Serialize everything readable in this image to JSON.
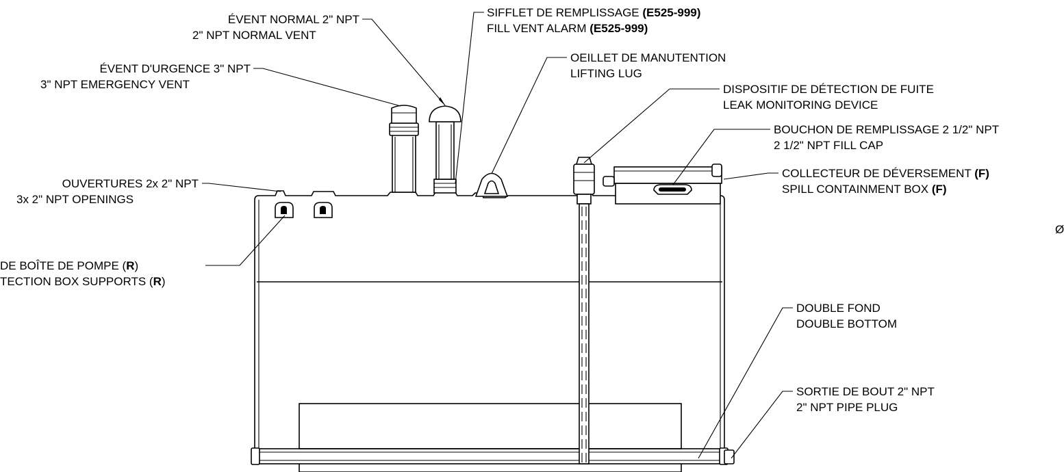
{
  "callouts": {
    "normal_vent": {
      "fr": "ÉVENT NORMAL 2\" NPT",
      "en": "2\" NPT NORMAL VENT"
    },
    "fill_vent_alarm": {
      "fr": "SIFFLET DE REMPLISSAGE",
      "fr_code": "(E525-999)",
      "en": "FILL VENT ALARM",
      "en_code": "(E525-999)"
    },
    "lifting_lug": {
      "fr": "OEILLET DE MANUTENTION",
      "en": "LIFTING LUG"
    },
    "emergency_vent": {
      "fr": "ÉVENT D'URGENCE 3\" NPT",
      "en": "3\" NPT EMERGENCY VENT"
    },
    "leak_monitor": {
      "fr": "DISPOSITIF DE DÉTECTION DE FUITE",
      "en": "LEAK MONITORING DEVICE"
    },
    "fill_cap": {
      "fr": "BOUCHON DE REMPLISSAGE 2 1/2\" NPT",
      "en": "2 1/2\" NPT FILL CAP"
    },
    "spill_box": {
      "fr": "COLLECTEUR DE DÉVERSEMENT",
      "fr_code": "(F)",
      "en": "SPILL CONTAINMENT BOX",
      "en_code": "(F)"
    },
    "openings": {
      "fr": "OUVERTURES 2x 2\" NPT",
      "en": "3x 2\" NPT OPENINGS"
    },
    "pump_box": {
      "fr": "DE BOÎTE DE POMPE (",
      "fr_code": "R",
      "fr_end": ")",
      "en": "TECTION BOX SUPPORTS (",
      "en_code": "R",
      "en_end": ")"
    },
    "double_bottom": {
      "fr": "DOUBLE FOND",
      "en": "DOUBLE BOTTOM"
    },
    "pipe_plug": {
      "fr": "SORTIE DE BOUT 2\" NPT",
      "en": "2\" NPT PIPE PLUG"
    },
    "edge_mark": "Ø"
  }
}
